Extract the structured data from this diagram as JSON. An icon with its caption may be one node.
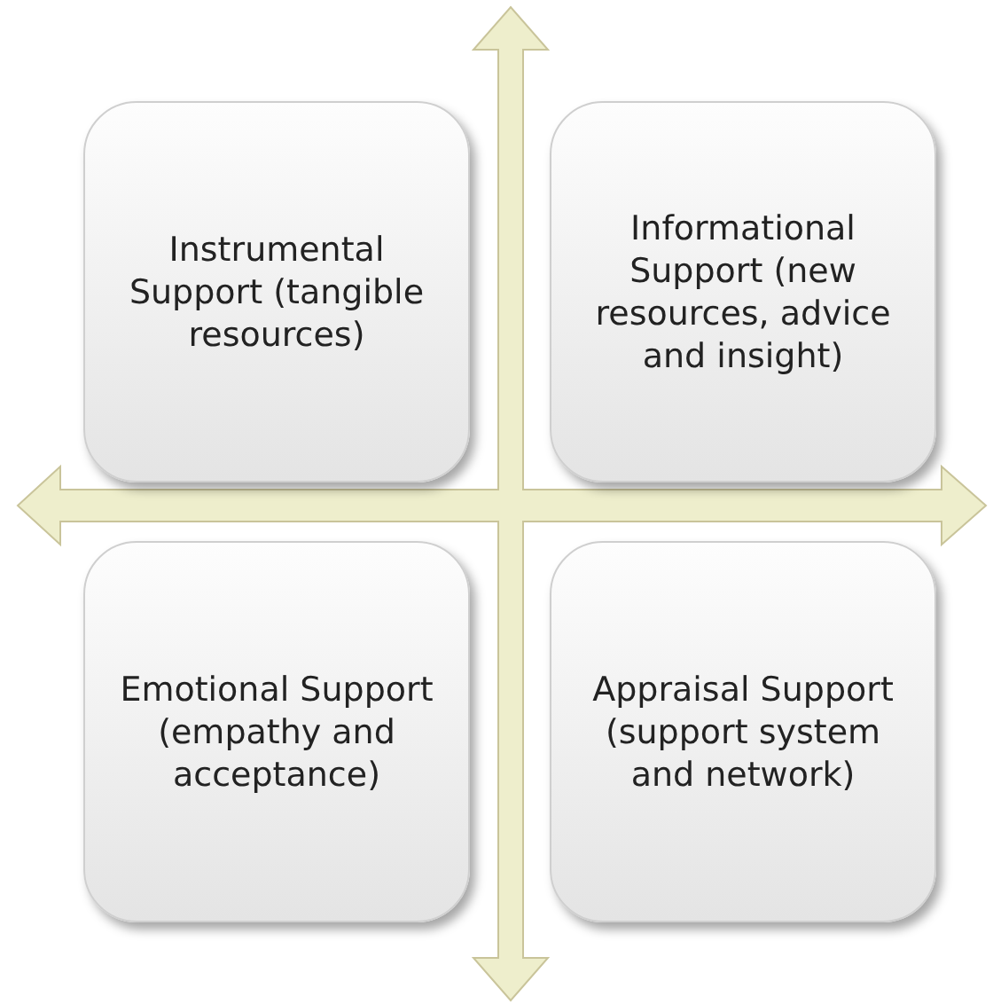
{
  "diagram": {
    "nodes": [
      {
        "text": [
          "Instrumental Support (tangible resources)"
        ]
      },
      {
        "text": [
          "Informational Support (new resources, advice and insight)"
        ]
      },
      {
        "text": [
          "Emotional Support (empathy and acceptance)"
        ]
      },
      {
        "text": [
          "Appraisal Support (support system and network)"
        ]
      }
    ]
  }
}
